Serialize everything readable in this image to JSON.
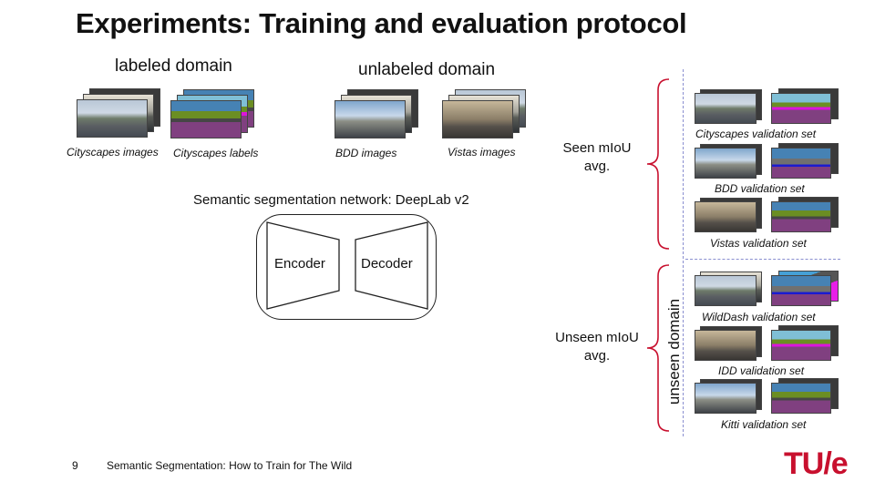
{
  "slide": {
    "title": "Experiments: Training and evaluation protocol",
    "labeled_domain": "labeled domain",
    "unlabeled_domain": "unlabeled domain",
    "captions": {
      "cityscapes_images": "Cityscapes images",
      "cityscapes_labels": "Cityscapes labels",
      "bdd_images": "BDD images",
      "vistas_images": "Vistas images"
    },
    "network": {
      "title": "Semantic segmentation network: DeepLab v2",
      "encoder": "Encoder",
      "decoder": "Decoder"
    },
    "seen": {
      "label_line1": "Seen mIoU",
      "label_line2": "avg.",
      "sets": [
        "Cityscapes validation set",
        "BDD validation set",
        "Vistas validation set"
      ]
    },
    "unseen": {
      "label_line1": "Unseen mIoU",
      "label_line2": "avg.",
      "vertical_label": "unseen domain",
      "sets": [
        "WildDash validation set",
        "IDD validation set",
        "Kitti validation set"
      ]
    },
    "footer": {
      "page_number": "9",
      "text": "Semantic Segmentation: How to Train for The Wild"
    },
    "logo_text": "TU/e",
    "colors": {
      "logo": "#c8102e",
      "divider": "#8a8fd0",
      "brace": "#c8102e"
    }
  }
}
